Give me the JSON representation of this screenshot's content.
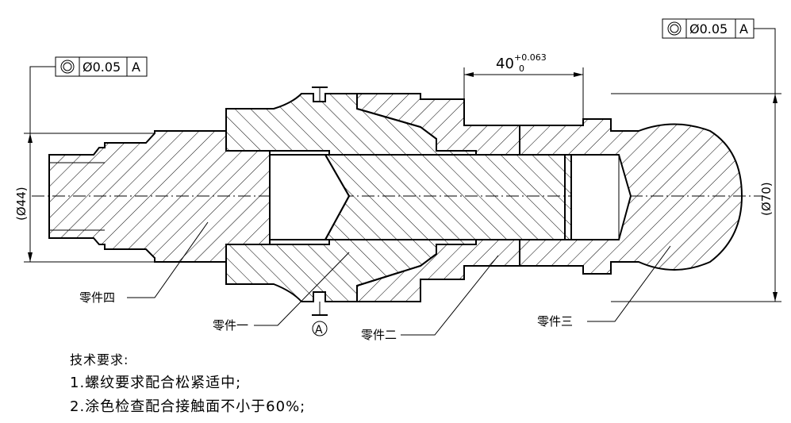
{
  "tolerance_frames": {
    "left": {
      "symbol": "◎",
      "value": "Ø0.05",
      "datum": "A"
    },
    "right": {
      "symbol": "◎",
      "value": "Ø0.05",
      "datum": "A"
    }
  },
  "dimensions": {
    "length": {
      "nominal": "40",
      "upper": "+0.063",
      "lower": "0"
    },
    "left_diameter": "(Ø44)",
    "right_diameter": "(Ø70)"
  },
  "datum_label": "A",
  "part_labels": {
    "part4": "零件四",
    "part1": "零件一",
    "part2": "零件二",
    "part3": "零件三"
  },
  "notes": {
    "title": "技术要求:",
    "items": [
      "1.螺纹要求配合松紧适中;",
      "2.涂色检查配合接触面不小于60%;"
    ]
  }
}
